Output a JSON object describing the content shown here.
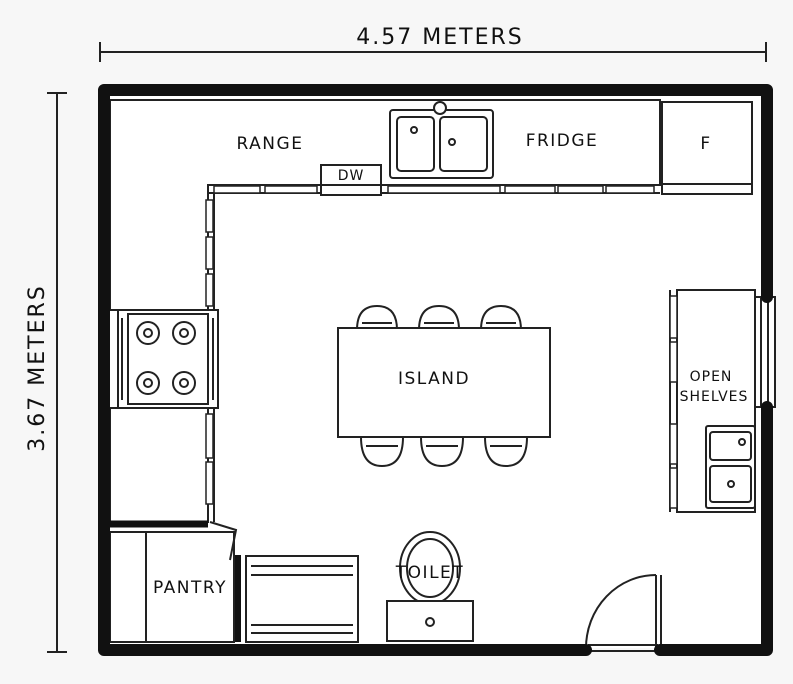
{
  "dimensions": {
    "width": "4.57 METERS",
    "height": "3.67 METERS"
  },
  "labels": {
    "range": "RANGE",
    "fridge": "FRIDGE",
    "freezer": "F",
    "dishwasher": "DW",
    "island": "ISLAND",
    "open_shelves_line1": "OPEN",
    "open_shelves_line2": "SHELVES",
    "pantry": "PANTRY",
    "toilet": "TOILET"
  },
  "colors": {
    "wall": "#111111",
    "line": "#222222",
    "fill": "#ffffff",
    "background": "#f7f7f7"
  }
}
